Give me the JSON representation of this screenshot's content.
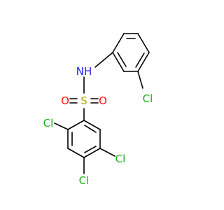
{
  "colors": {
    "background": "#ffffff",
    "bond": "#000000",
    "chlorine": "#1fae1f",
    "nitrogen": "#1f1fff",
    "oxygen": "#ff0d0d",
    "sulfur": "#b3a600"
  },
  "atoms": [
    {
      "id": "S",
      "label": "S",
      "element": "sulfur"
    },
    {
      "id": "O_left",
      "label": "O",
      "element": "oxygen"
    },
    {
      "id": "O_right",
      "label": "O",
      "element": "oxygen"
    },
    {
      "id": "N",
      "label": "NH",
      "element": "nitrogen"
    },
    {
      "id": "Cl_phenyl",
      "label": "Cl",
      "element": "chlorine"
    },
    {
      "id": "Cl_2",
      "label": "Cl",
      "element": "chlorine"
    },
    {
      "id": "Cl_4",
      "label": "Cl",
      "element": "chlorine"
    },
    {
      "id": "Cl_5",
      "label": "Cl",
      "element": "chlorine"
    }
  ]
}
